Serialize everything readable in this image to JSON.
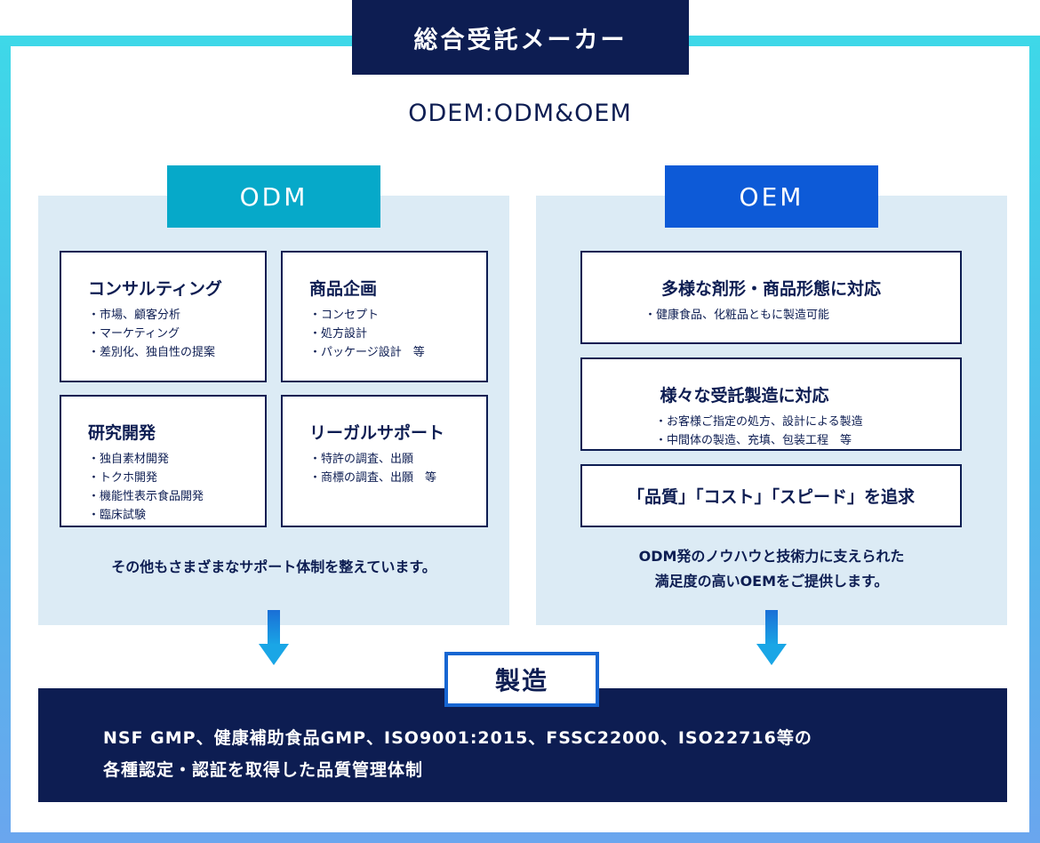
{
  "header": {
    "title": "総合受託メーカー",
    "subtitle": "ODEM:ODM&OEM"
  },
  "odm": {
    "heading": "ODM",
    "cards": [
      {
        "title": "コンサルティング",
        "items": [
          "・市場、顧客分析",
          "・マーケティング",
          "・差別化、独自性の提案"
        ]
      },
      {
        "title": "商品企画",
        "items": [
          "・コンセプト",
          "・処方設計",
          "・パッケージ設計　等"
        ]
      },
      {
        "title": "研究開発",
        "items": [
          "・独自素材開発",
          "・トクホ開発",
          "・機能性表示食品開発",
          "・臨床試験"
        ]
      },
      {
        "title": "リーガルサポート",
        "items": [
          "・特許の調査、出願",
          "・商標の調査、出願　等"
        ]
      }
    ],
    "note": "その他もさまざまなサポート体制を整えています。"
  },
  "oem": {
    "heading": "OEM",
    "cards": [
      {
        "title": "多様な剤形・商品形態に対応",
        "items": [
          "・健康食品、化粧品ともに製造可能"
        ]
      },
      {
        "title": "様々な受託製造に対応",
        "items": [
          "・お客様ご指定の処方、設計による製造",
          "・中間体の製造、充填、包装工程　等"
        ]
      },
      {
        "title": "「品質」「コスト」「スピード」を追求",
        "items": []
      }
    ],
    "note_lines": [
      "ODM発のノウハウと技術力に支えられた",
      "満足度の高いOEMをご提供します。"
    ]
  },
  "manufacturing": {
    "label": "製造",
    "lines": [
      "NSF GMP、健康補助食品GMP、ISO9001:2015、FSSC22000、ISO22716等の",
      "各種認定・認証を取得した品質管理体制"
    ]
  },
  "colors": {
    "navy": "#0d1d52",
    "odm_accent": "#06a9c9",
    "oem_accent": "#0d5ad7",
    "panel_bg": "#dcebf5",
    "frame_gradient_top": "#3ed8e8",
    "frame_gradient_bottom": "#6aa6ee"
  }
}
